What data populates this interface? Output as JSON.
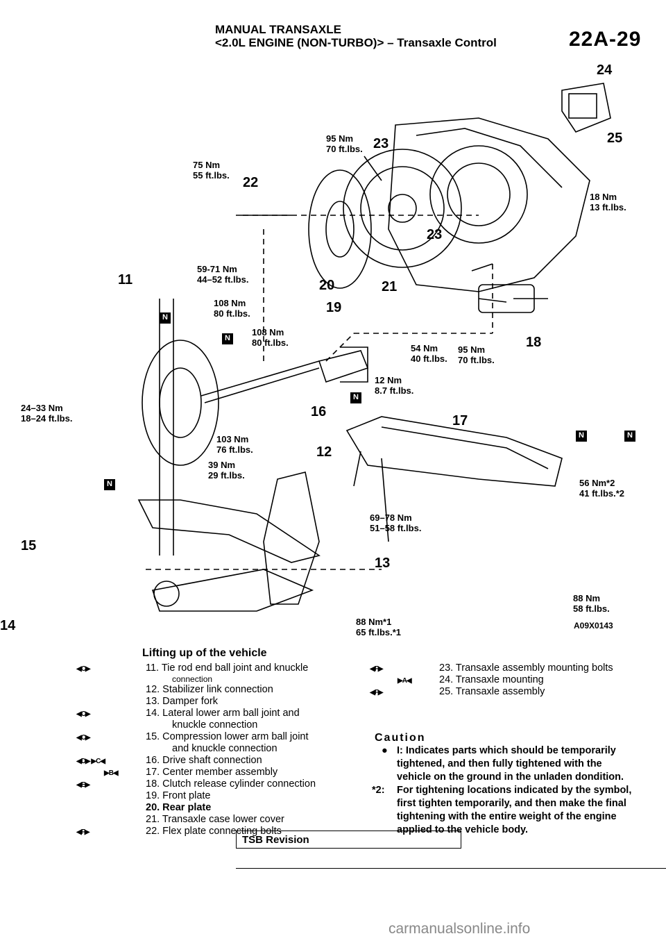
{
  "header": {
    "line1": "MANUAL TRANSAXLE",
    "line2": "<2.0L ENGINE (NON-TURBO)> – Transaxle Control",
    "page_number": "22A-29"
  },
  "diagram": {
    "callouts": [
      "24",
      "25",
      "23",
      "22",
      "11",
      "20",
      "21",
      "19",
      "18",
      "16",
      "17",
      "12",
      "15",
      "13",
      "14",
      "23"
    ],
    "torques": [
      "95 Nm\n70 ft.lbs.",
      "75 Nm\n55 ft.lbs.",
      "18 Nm\n13 ft.lbs.",
      "59-71 Nm\n44–52 ft.lbs.",
      "108 Nm\n80 ft.lbs.",
      "108 Nm\n80 ft.lbs.",
      "54 Nm\n40 ft.lbs.",
      "95 Nm\n70 ft.lbs.",
      "12 Nm\n8.7 ft.lbs.",
      "24–33 Nm\n18–24 ft.lbs.",
      "103 Nm\n76 ft.lbs.",
      "39 Nm\n29 ft.lbs.",
      "56 Nm*2\n41 ft.lbs.*2",
      "69–78 Nm\n51–58 ft.lbs.",
      "88 Nm\n58 ft.lbs.",
      "88 Nm*1\n65 ft.lbs.*1"
    ],
    "code": "A09X0143",
    "n_marks": [
      "N",
      "N",
      "N",
      "N",
      "N",
      "N"
    ]
  },
  "section_title": "Lifting up of the vehicle",
  "left_items": [
    {
      "sym": "◀C▶",
      "text": "11. Tie rod end ball joint and knuckle"
    },
    {
      "sym": "",
      "text": "connection",
      "sub": true
    },
    {
      "sym": "",
      "text": "12. Stabilizer link connection"
    },
    {
      "sym": "",
      "text": "13. Damper fork"
    },
    {
      "sym": "◀C▶",
      "text": "14. Lateral lower arm ball joint and"
    },
    {
      "sym": "",
      "text": "knuckle connection"
    },
    {
      "sym": "◀C▶",
      "text": "15. Compression lower arm ball joint"
    },
    {
      "sym": "",
      "text": "and knuckle connection"
    },
    {
      "sym": "◀D▶ ▶C◀",
      "text": "16. Drive shaft connection"
    },
    {
      "sym": "▶B◀",
      "text": "17. Center member assembly"
    },
    {
      "sym": "◀E▶",
      "text": "18. Clutch release cylinder connection"
    },
    {
      "sym": "",
      "text": "19. Front plate"
    },
    {
      "sym": "",
      "text": "20. Rear plate"
    },
    {
      "sym": "",
      "text": "21. Transaxle case lower cover"
    },
    {
      "sym": "◀F▶",
      "text": "22. Flex plate connecting bolts"
    }
  ],
  "right_items": [
    {
      "sym": "◀F▶",
      "text": "23. Transaxle assembly mounting bolts"
    },
    {
      "sym": "▶A◀",
      "text": "24. Transaxle mounting"
    },
    {
      "sym": "◀F▶",
      "text": "25. Transaxle assembly"
    }
  ],
  "caution": {
    "title": "Caution",
    "item1": "I: Indicates parts which should be temporarily tightened, and then fully tightened with the vehicle on the ground in the unladen dondition.",
    "item2_mark": "*2:",
    "item2": "For tightening locations indicated by the symbol, first tighten temporarily, and then make the final tightening with the entire weight of the engine applied to the vehicle body."
  },
  "tsb": "TSB Revision",
  "footer": "carmanualsonline.info"
}
